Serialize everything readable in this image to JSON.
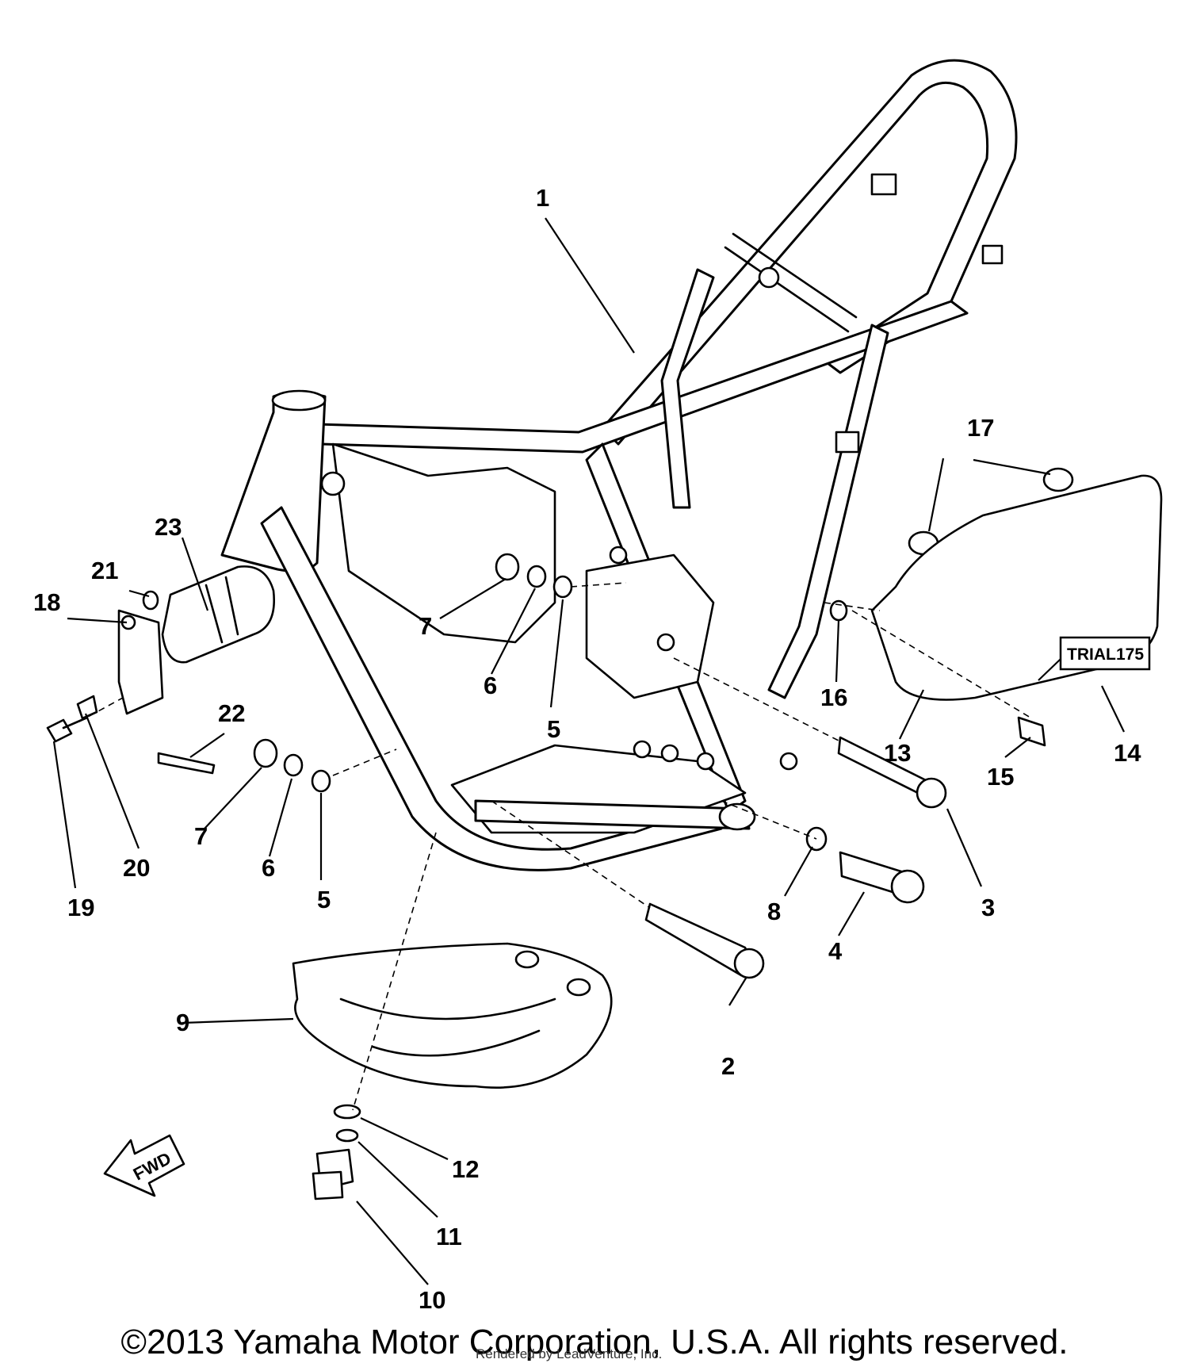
{
  "diagram": {
    "callouts": [
      {
        "id": "c1",
        "label": "1"
      },
      {
        "id": "c2",
        "label": "2"
      },
      {
        "id": "c3",
        "label": "3"
      },
      {
        "id": "c4",
        "label": "4"
      },
      {
        "id": "c5a",
        "label": "5"
      },
      {
        "id": "c5b",
        "label": "5"
      },
      {
        "id": "c6a",
        "label": "6"
      },
      {
        "id": "c6b",
        "label": "6"
      },
      {
        "id": "c7a",
        "label": "7"
      },
      {
        "id": "c7b",
        "label": "7"
      },
      {
        "id": "c8",
        "label": "8"
      },
      {
        "id": "c9",
        "label": "9"
      },
      {
        "id": "c10",
        "label": "10"
      },
      {
        "id": "c11",
        "label": "11"
      },
      {
        "id": "c12",
        "label": "12"
      },
      {
        "id": "c13",
        "label": "13"
      },
      {
        "id": "c14",
        "label": "14"
      },
      {
        "id": "c15",
        "label": "15"
      },
      {
        "id": "c16",
        "label": "16"
      },
      {
        "id": "c17",
        "label": "17"
      },
      {
        "id": "c18",
        "label": "18"
      },
      {
        "id": "c19",
        "label": "19"
      },
      {
        "id": "c20",
        "label": "20"
      },
      {
        "id": "c21",
        "label": "21"
      },
      {
        "id": "c22",
        "label": "22"
      },
      {
        "id": "c23",
        "label": "23"
      }
    ],
    "side_cover_badge": {
      "prefix": "TRIAL",
      "model": "175"
    },
    "direction_arrow": "FWD"
  },
  "footer": {
    "copyright": "©2013 Yamaha Motor Corporation, U.S.A. All rights reserved.",
    "render_credit": "Rendered by LeadVenture, Inc."
  }
}
